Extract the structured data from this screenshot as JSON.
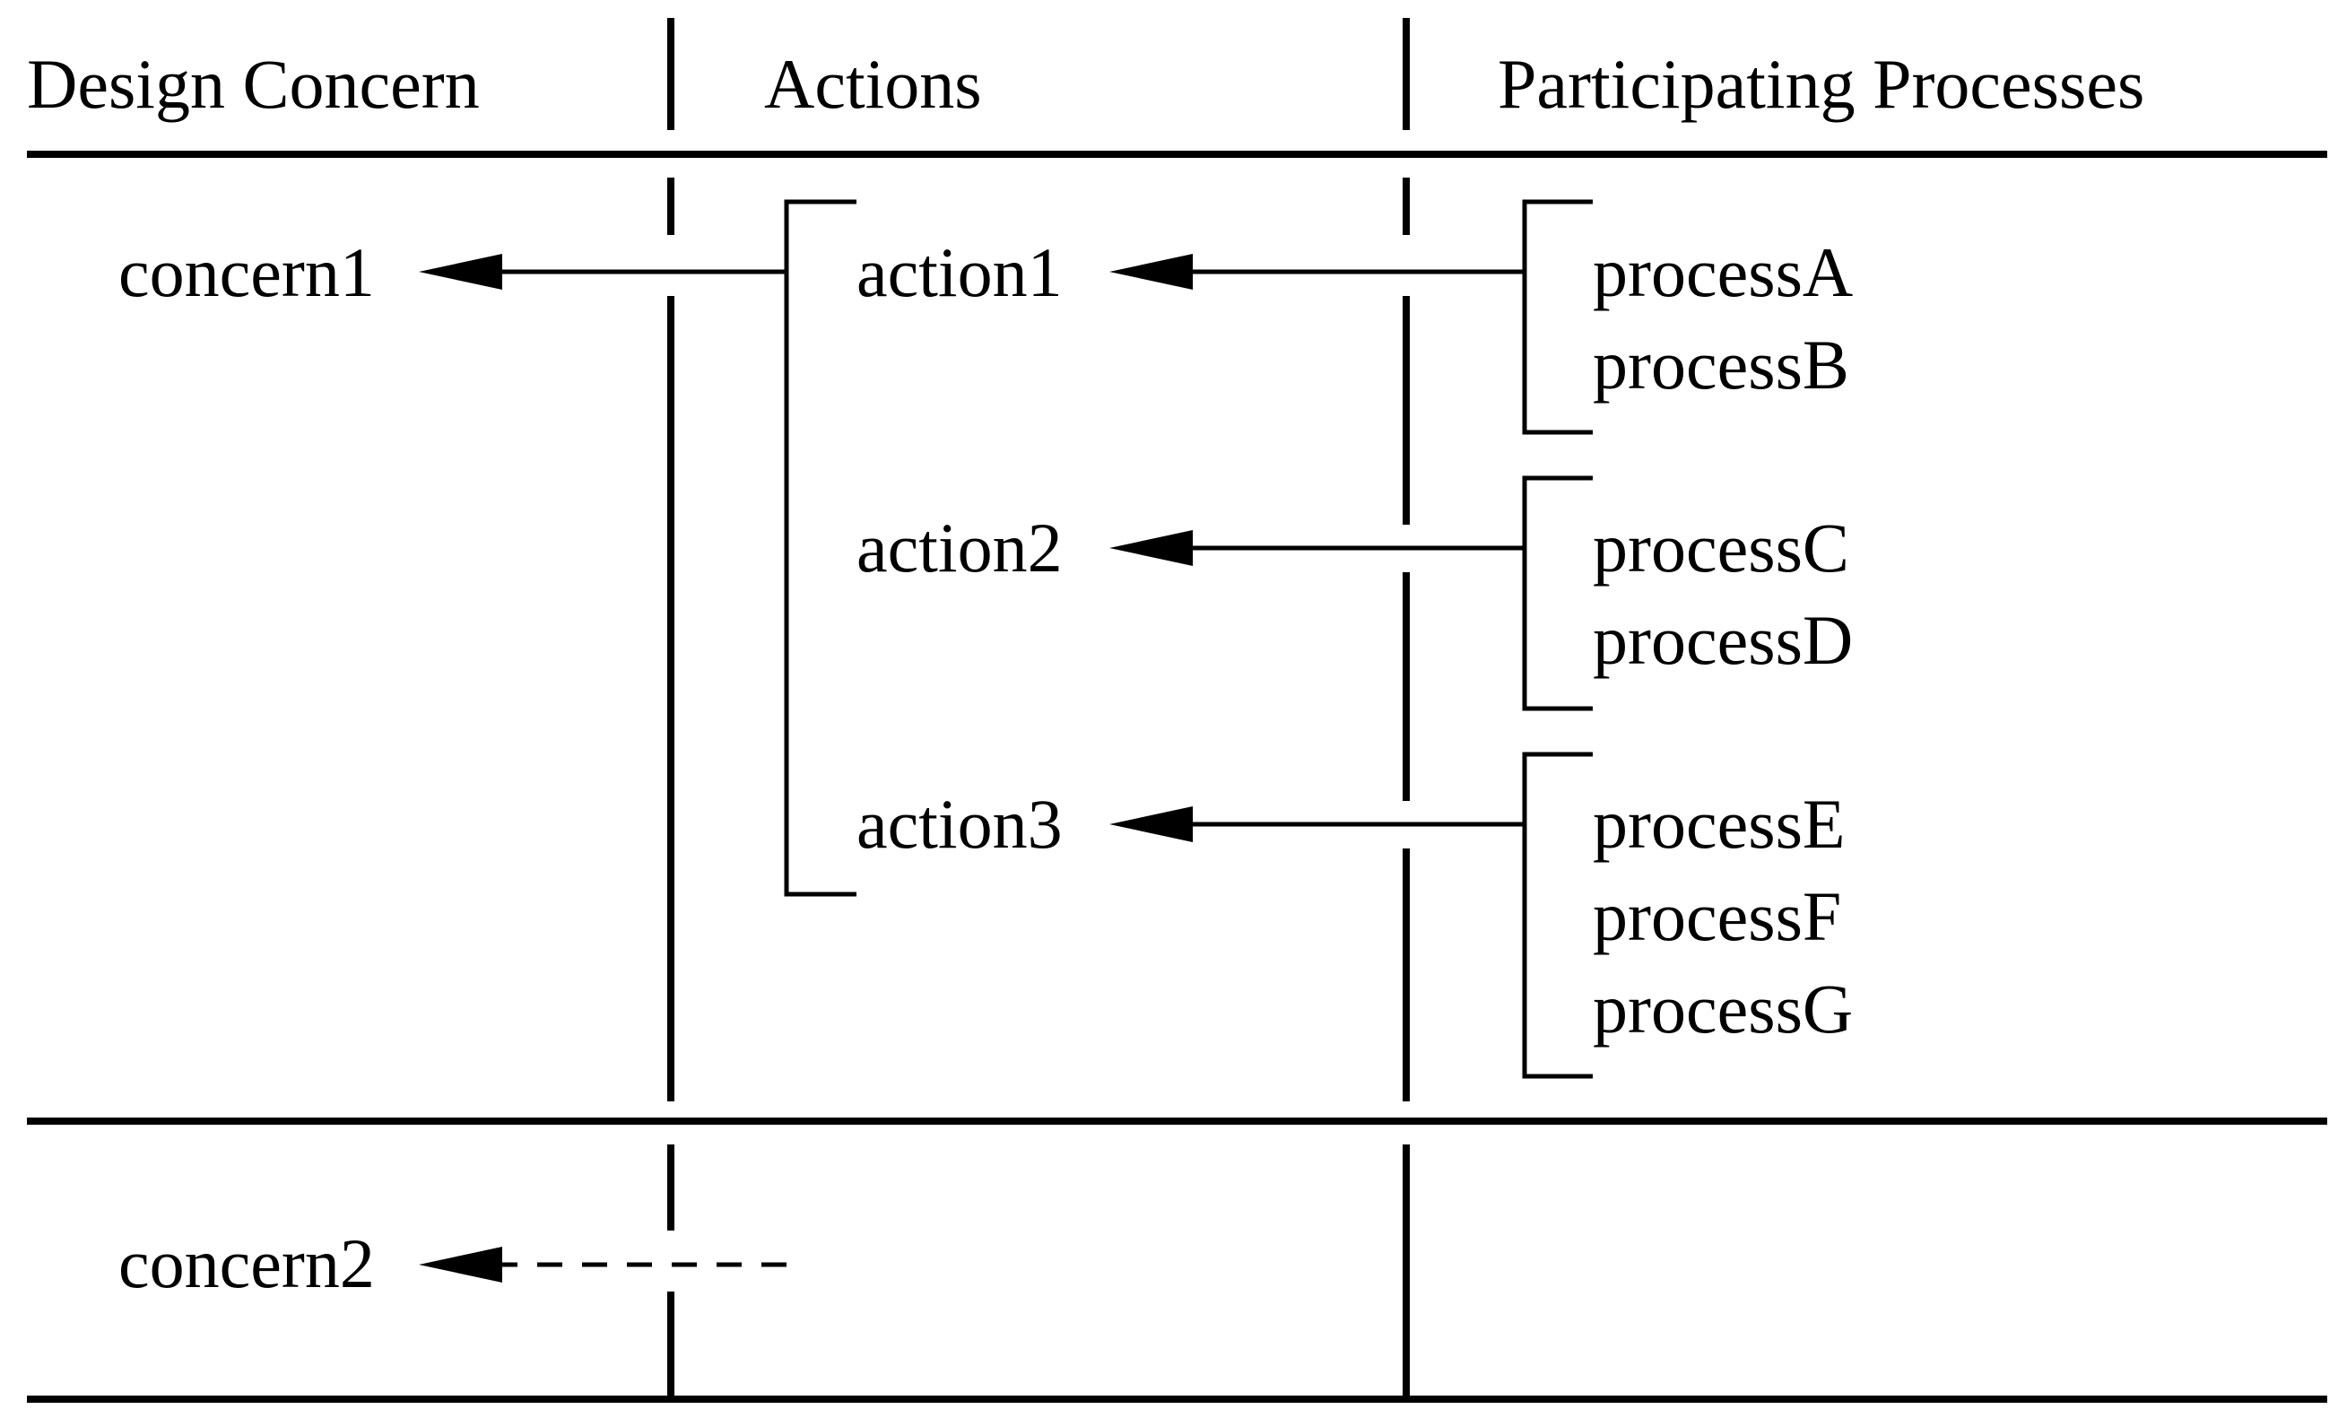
{
  "columns": {
    "design_concern": "Design Concern",
    "actions": "Actions",
    "participating_processes": "Participating Processes"
  },
  "concerns": [
    "concern1",
    "concern2"
  ],
  "actions": [
    "action1",
    "action2",
    "action3"
  ],
  "process_groups": [
    [
      "processA",
      "processB"
    ],
    [
      "processC",
      "processD"
    ],
    [
      "processE",
      "processF",
      "processG"
    ]
  ],
  "links": [
    {
      "from": "action1",
      "to": "concern1",
      "style": "solid"
    },
    {
      "from": "action2",
      "to": "concern1",
      "style": "solid"
    },
    {
      "from": "action3",
      "to": "concern1",
      "style": "solid"
    },
    {
      "from": "process-group-1",
      "to": "action1",
      "style": "solid"
    },
    {
      "from": "process-group-2",
      "to": "action2",
      "style": "solid"
    },
    {
      "from": "process-group-3",
      "to": "action3",
      "style": "solid"
    },
    {
      "from": "unspecified",
      "to": "concern2",
      "style": "dashed"
    }
  ],
  "colors": {
    "line": "#000000",
    "background": "#ffffff"
  }
}
